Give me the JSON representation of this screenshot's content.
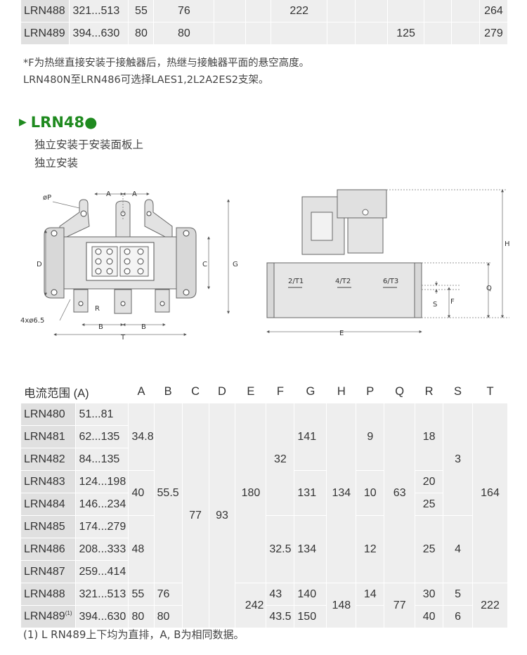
{
  "top_table": {
    "rows": [
      {
        "model": "LRN488",
        "range": "321...513",
        "A": "55",
        "B": "76",
        "E": "",
        "F": "",
        "G": "222",
        "H": "",
        "P": "",
        "Q": "",
        "R": "",
        "S": "",
        "T": "264"
      },
      {
        "model": "LRN489",
        "range": "394...630",
        "A": "80",
        "B": "80",
        "E": "",
        "F": "",
        "G": "",
        "H": "",
        "P": "125",
        "Q": "",
        "R": "",
        "S": "",
        "T": "279"
      }
    ]
  },
  "notes": {
    "line1": "*F为热继直接安装于接触器后，热继与接触器平面的悬空高度。",
    "line2": "LRN480N至LRN486可选择LAES1,2L2A2ES2支架。"
  },
  "section": {
    "title": "LRN48●",
    "sub1": "独立安装于安装面板上",
    "sub2": "独立安装"
  },
  "diagram": {
    "labels": {
      "phi_p": "øP",
      "a": "A",
      "d": "D",
      "c": "C",
      "g": "G",
      "r": "R",
      "holes": "4xø6.5",
      "b": "B",
      "t": "T",
      "t1": "2/T1",
      "t2": "4/T2",
      "t3": "6/T3",
      "h": "H",
      "q": "Q",
      "s": "S",
      "f": "F",
      "e": "E"
    }
  },
  "main_table": {
    "headers": [
      "电流范围 (A)",
      "A",
      "B",
      "C",
      "D",
      "E",
      "F",
      "G",
      "H",
      "P",
      "Q",
      "R",
      "S",
      "T"
    ],
    "models": [
      "LRN480",
      "LRN481",
      "LRN482",
      "LRN483",
      "LRN484",
      "LRN485",
      "LRN486",
      "LRN487",
      "LRN488",
      "LRN489"
    ],
    "model_sup": "(1)",
    "ranges": [
      "51...81",
      "62...135",
      "84...135",
      "124...198",
      "146...234",
      "174...279",
      "208...333",
      "259...414",
      "321...513",
      "394...630"
    ],
    "values": {
      "A": [
        "34.8",
        "40",
        "48",
        "55",
        "80"
      ],
      "B": [
        "55.5",
        "76",
        "80"
      ],
      "C": [
        "77"
      ],
      "D": [
        "93"
      ],
      "E": [
        "180",
        "242"
      ],
      "F": [
        "32",
        "32.5",
        "43",
        "43.5"
      ],
      "G": [
        "141",
        "131",
        "134",
        "140",
        "150"
      ],
      "H": [
        "134",
        "148"
      ],
      "P": [
        "9",
        "10",
        "12",
        "14"
      ],
      "Q": [
        "63",
        "77"
      ],
      "R": [
        "18",
        "20",
        "25",
        "25",
        "30",
        "40"
      ],
      "S": [
        "3",
        "4",
        "5",
        "6"
      ],
      "T": [
        "164",
        "222"
      ]
    }
  },
  "footnote": "(1) L RN489上下均为直排，A, B为相同数据。"
}
